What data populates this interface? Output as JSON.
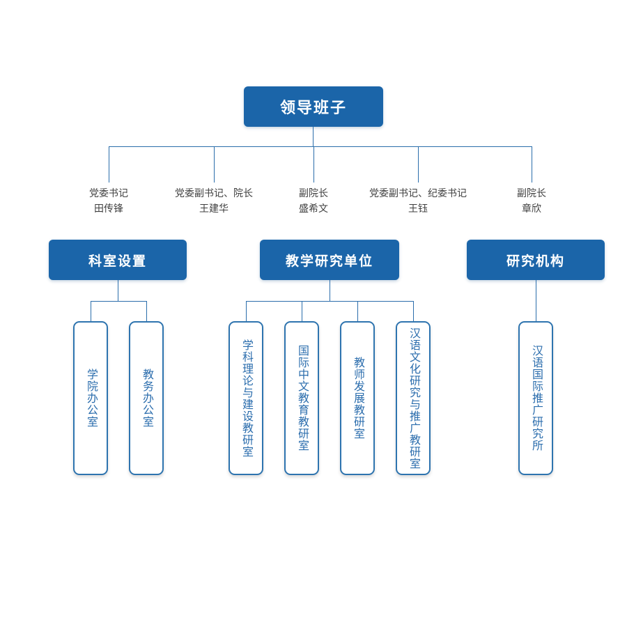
{
  "root": {
    "label": "领导班子"
  },
  "leaders": [
    {
      "title": "党委书记",
      "name": "田传锋"
    },
    {
      "title": "党委副书记、院长",
      "name": "王建华"
    },
    {
      "title": "副院长",
      "name": "盛希文"
    },
    {
      "title": "党委副书记、纪委书记",
      "name": "王钰"
    },
    {
      "title": "副院长",
      "name": "章欣"
    }
  ],
  "sections": [
    {
      "label": "科室设置",
      "children": [
        "学院办公室",
        "教务办公室"
      ]
    },
    {
      "label": "教学研究单位",
      "children": [
        "学科理论与建设教研室",
        "国际中文教育教研室",
        "教师发展教研室",
        "汉语文化研究与推广教研室"
      ]
    },
    {
      "label": "研究机构",
      "children": [
        "汉语国际推广研究所"
      ]
    }
  ],
  "colors": {
    "header_fill": "#1b65a9",
    "box_border": "#2e74af",
    "box_text": "#2b6dad",
    "line": "#2a6dab",
    "label_text": "#3f3f3f"
  }
}
